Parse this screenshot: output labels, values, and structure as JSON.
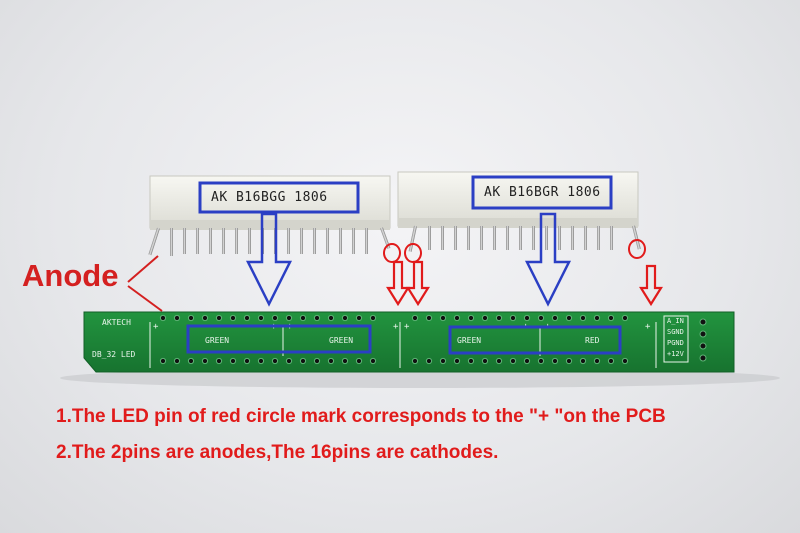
{
  "annotation": {
    "anode_label": "Anode",
    "note_line_1": "1.The LED pin of red circle mark corresponds to the \"+ \"on the PCB",
    "note_line_2": "2.The 2pins are anodes,The 16pins are cathodes."
  },
  "displays": [
    {
      "marking": "AK B16BGG 1806"
    },
    {
      "marking": "AK B16BGR 1806"
    }
  ],
  "pcb": {
    "brand": "AKTECH",
    "model": "DB_32 LED",
    "segment_labels": [
      "GREEN",
      "GREEN",
      "GREEN",
      "RED"
    ],
    "connector_labels": [
      "A_IN",
      "SGND",
      "PGND",
      "+12V"
    ]
  },
  "colors": {
    "annotation_red": "#e11b1b",
    "highlight_blue": "#2b3fc4",
    "pcb_green": "#1d8a3a"
  }
}
